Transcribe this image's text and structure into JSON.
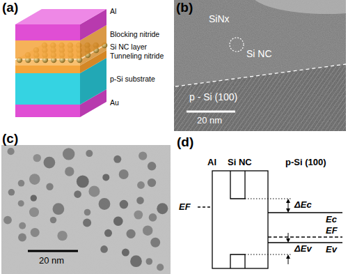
{
  "diagram": {
    "labels": [
      "(a)",
      "Al",
      "Blocking nitride",
      "Si NC layer",
      "Tunneling nitride",
      "p-Si substrate",
      "Au",
      "(b)",
      "SiNx",
      "Si NC",
      "p - Si (100)",
      "20 nm",
      "(c)",
      "20 nm",
      "(d)",
      "Al",
      "Si NC",
      "p-Si (100)",
      "ΔEc",
      "EF",
      "Ec",
      "EF",
      "ΔEv",
      "Ev"
    ]
  }
}
